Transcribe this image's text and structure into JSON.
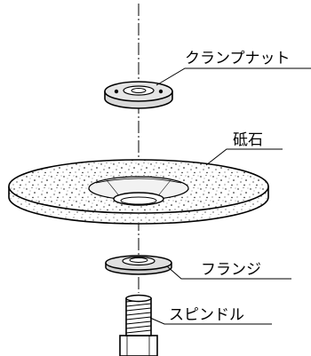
{
  "diagram": {
    "labels": {
      "clamp_nut": "クランプナット",
      "grinding_wheel": "砥石",
      "flange": "フランジ",
      "spindle": "スピンドル"
    }
  }
}
